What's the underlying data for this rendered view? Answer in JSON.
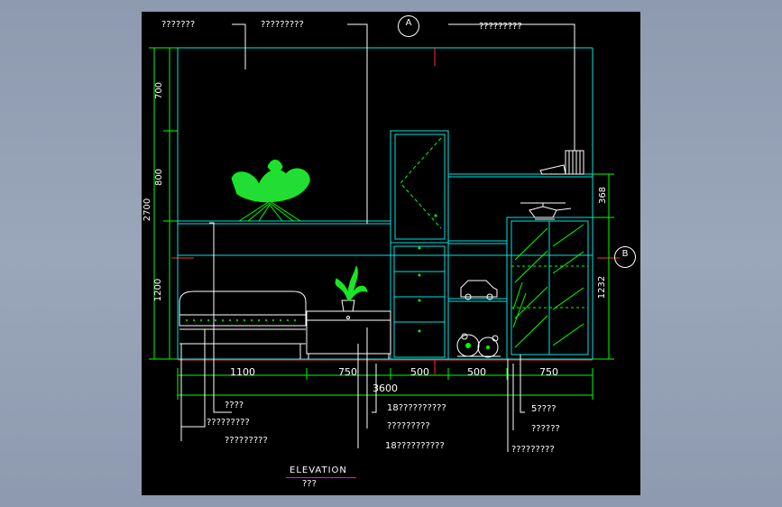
{
  "drawing": {
    "title": "ELEVATION",
    "subtitle": "???",
    "top_callouts": [
      "???????",
      "?????????",
      "?????????"
    ],
    "bottom_callouts": [
      "????",
      "?????????",
      "?????????",
      "18??????????",
      "?????????",
      "18??????????",
      "5????",
      "??????",
      "?????????"
    ],
    "section_markers": [
      "A",
      "B"
    ],
    "dims_bottom": [
      "1100",
      "750",
      "500",
      "500",
      "750"
    ],
    "dim_total": "3600",
    "dims_left": [
      "700",
      "800",
      "1200"
    ],
    "dim_left_total": "2700",
    "dims_right": [
      "368",
      "1232"
    ]
  },
  "colors": {
    "background": "#000000",
    "frame": "#00ffff",
    "dimension": "#00ff00",
    "leader": "#ffffff",
    "centerline": "#ff0000",
    "deco": "#00ff33"
  }
}
